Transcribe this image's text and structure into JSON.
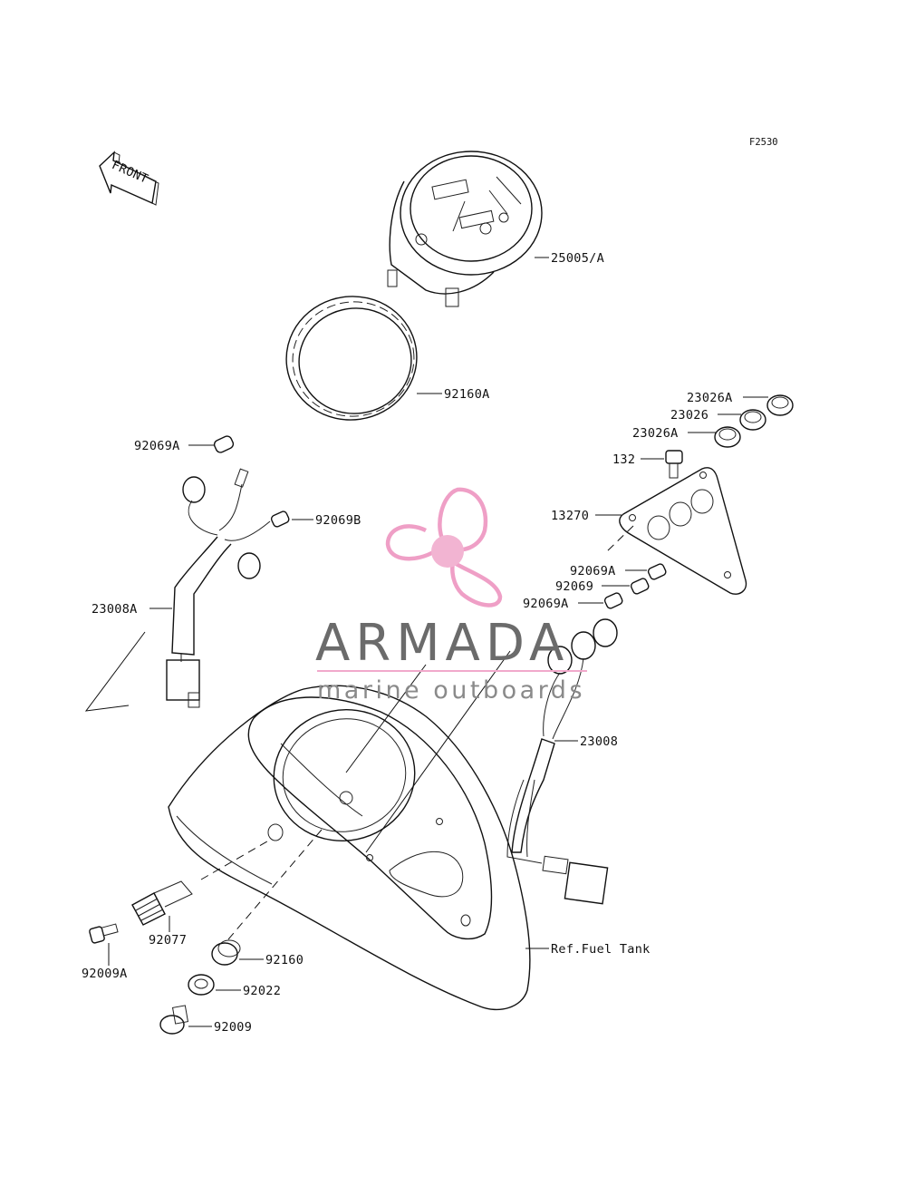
{
  "diagram": {
    "figure_ref": "F2530",
    "front_label": "FRONT",
    "parts": [
      {
        "id": "p-25005A",
        "label": "25005/A"
      },
      {
        "id": "p-92160A",
        "label": "92160A"
      },
      {
        "id": "p-23026A-top",
        "label": "23026A"
      },
      {
        "id": "p-23026",
        "label": "23026"
      },
      {
        "id": "p-23026A-bottom",
        "label": "23026A"
      },
      {
        "id": "p-132",
        "label": "132"
      },
      {
        "id": "p-13270",
        "label": "13270"
      },
      {
        "id": "p-92069A-left",
        "label": "92069A"
      },
      {
        "id": "p-92069B",
        "label": "92069B"
      },
      {
        "id": "p-23008A",
        "label": "23008A"
      },
      {
        "id": "p-92069A-right1",
        "label": "92069A"
      },
      {
        "id": "p-92069",
        "label": "92069"
      },
      {
        "id": "p-92069A-right2",
        "label": "92069A"
      },
      {
        "id": "p-23008",
        "label": "23008"
      },
      {
        "id": "p-ref-fuel-tank",
        "label": "Ref.Fuel Tank"
      },
      {
        "id": "p-92077",
        "label": "92077"
      },
      {
        "id": "p-92009A",
        "label": "92009A"
      },
      {
        "id": "p-92160",
        "label": "92160"
      },
      {
        "id": "p-92022",
        "label": "92022"
      },
      {
        "id": "p-92009",
        "label": "92009"
      }
    ]
  },
  "watermark": {
    "brand": "ARMADA",
    "tagline": "marine outboards",
    "colors": {
      "logo_pink": "#ef9fc6",
      "hub_pink": "#f2b4d2",
      "text_gray": "#6b6b6b",
      "rule_pink": "#f1a9cb"
    }
  }
}
